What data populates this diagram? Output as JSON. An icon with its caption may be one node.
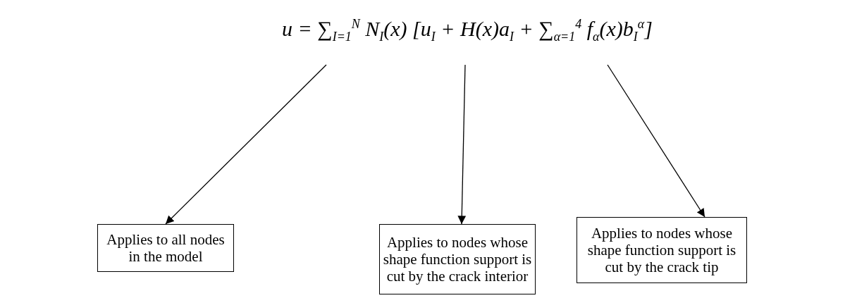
{
  "diagram": {
    "nodes": [
      {
        "text": [
          "u = ∑$_{I=1}$$^{N}$ N$_{I}$(x) [u$_{I}$ + H(x)a$_{I}$ + ∑$_{α=1}$$^{4}$ f$_{α}$(x)b$_{I}$$^{α}$]"
        ]
      },
      {
        "text": [
          "Applies to all nodes in the model"
        ]
      },
      {
        "text": [
          "Applies to nodes whose shape function support is cut by the crack interior"
        ]
      },
      {
        "text": [
          "Applies to nodes whose shape function support is cut by the crack tip"
        ]
      }
    ],
    "edges": [
      {
        "from": 0,
        "to": 1,
        "arrow": "to"
      },
      {
        "from": 0,
        "to": 2,
        "arrow": "to"
      },
      {
        "from": 0,
        "to": 3,
        "arrow": "to"
      }
    ]
  }
}
